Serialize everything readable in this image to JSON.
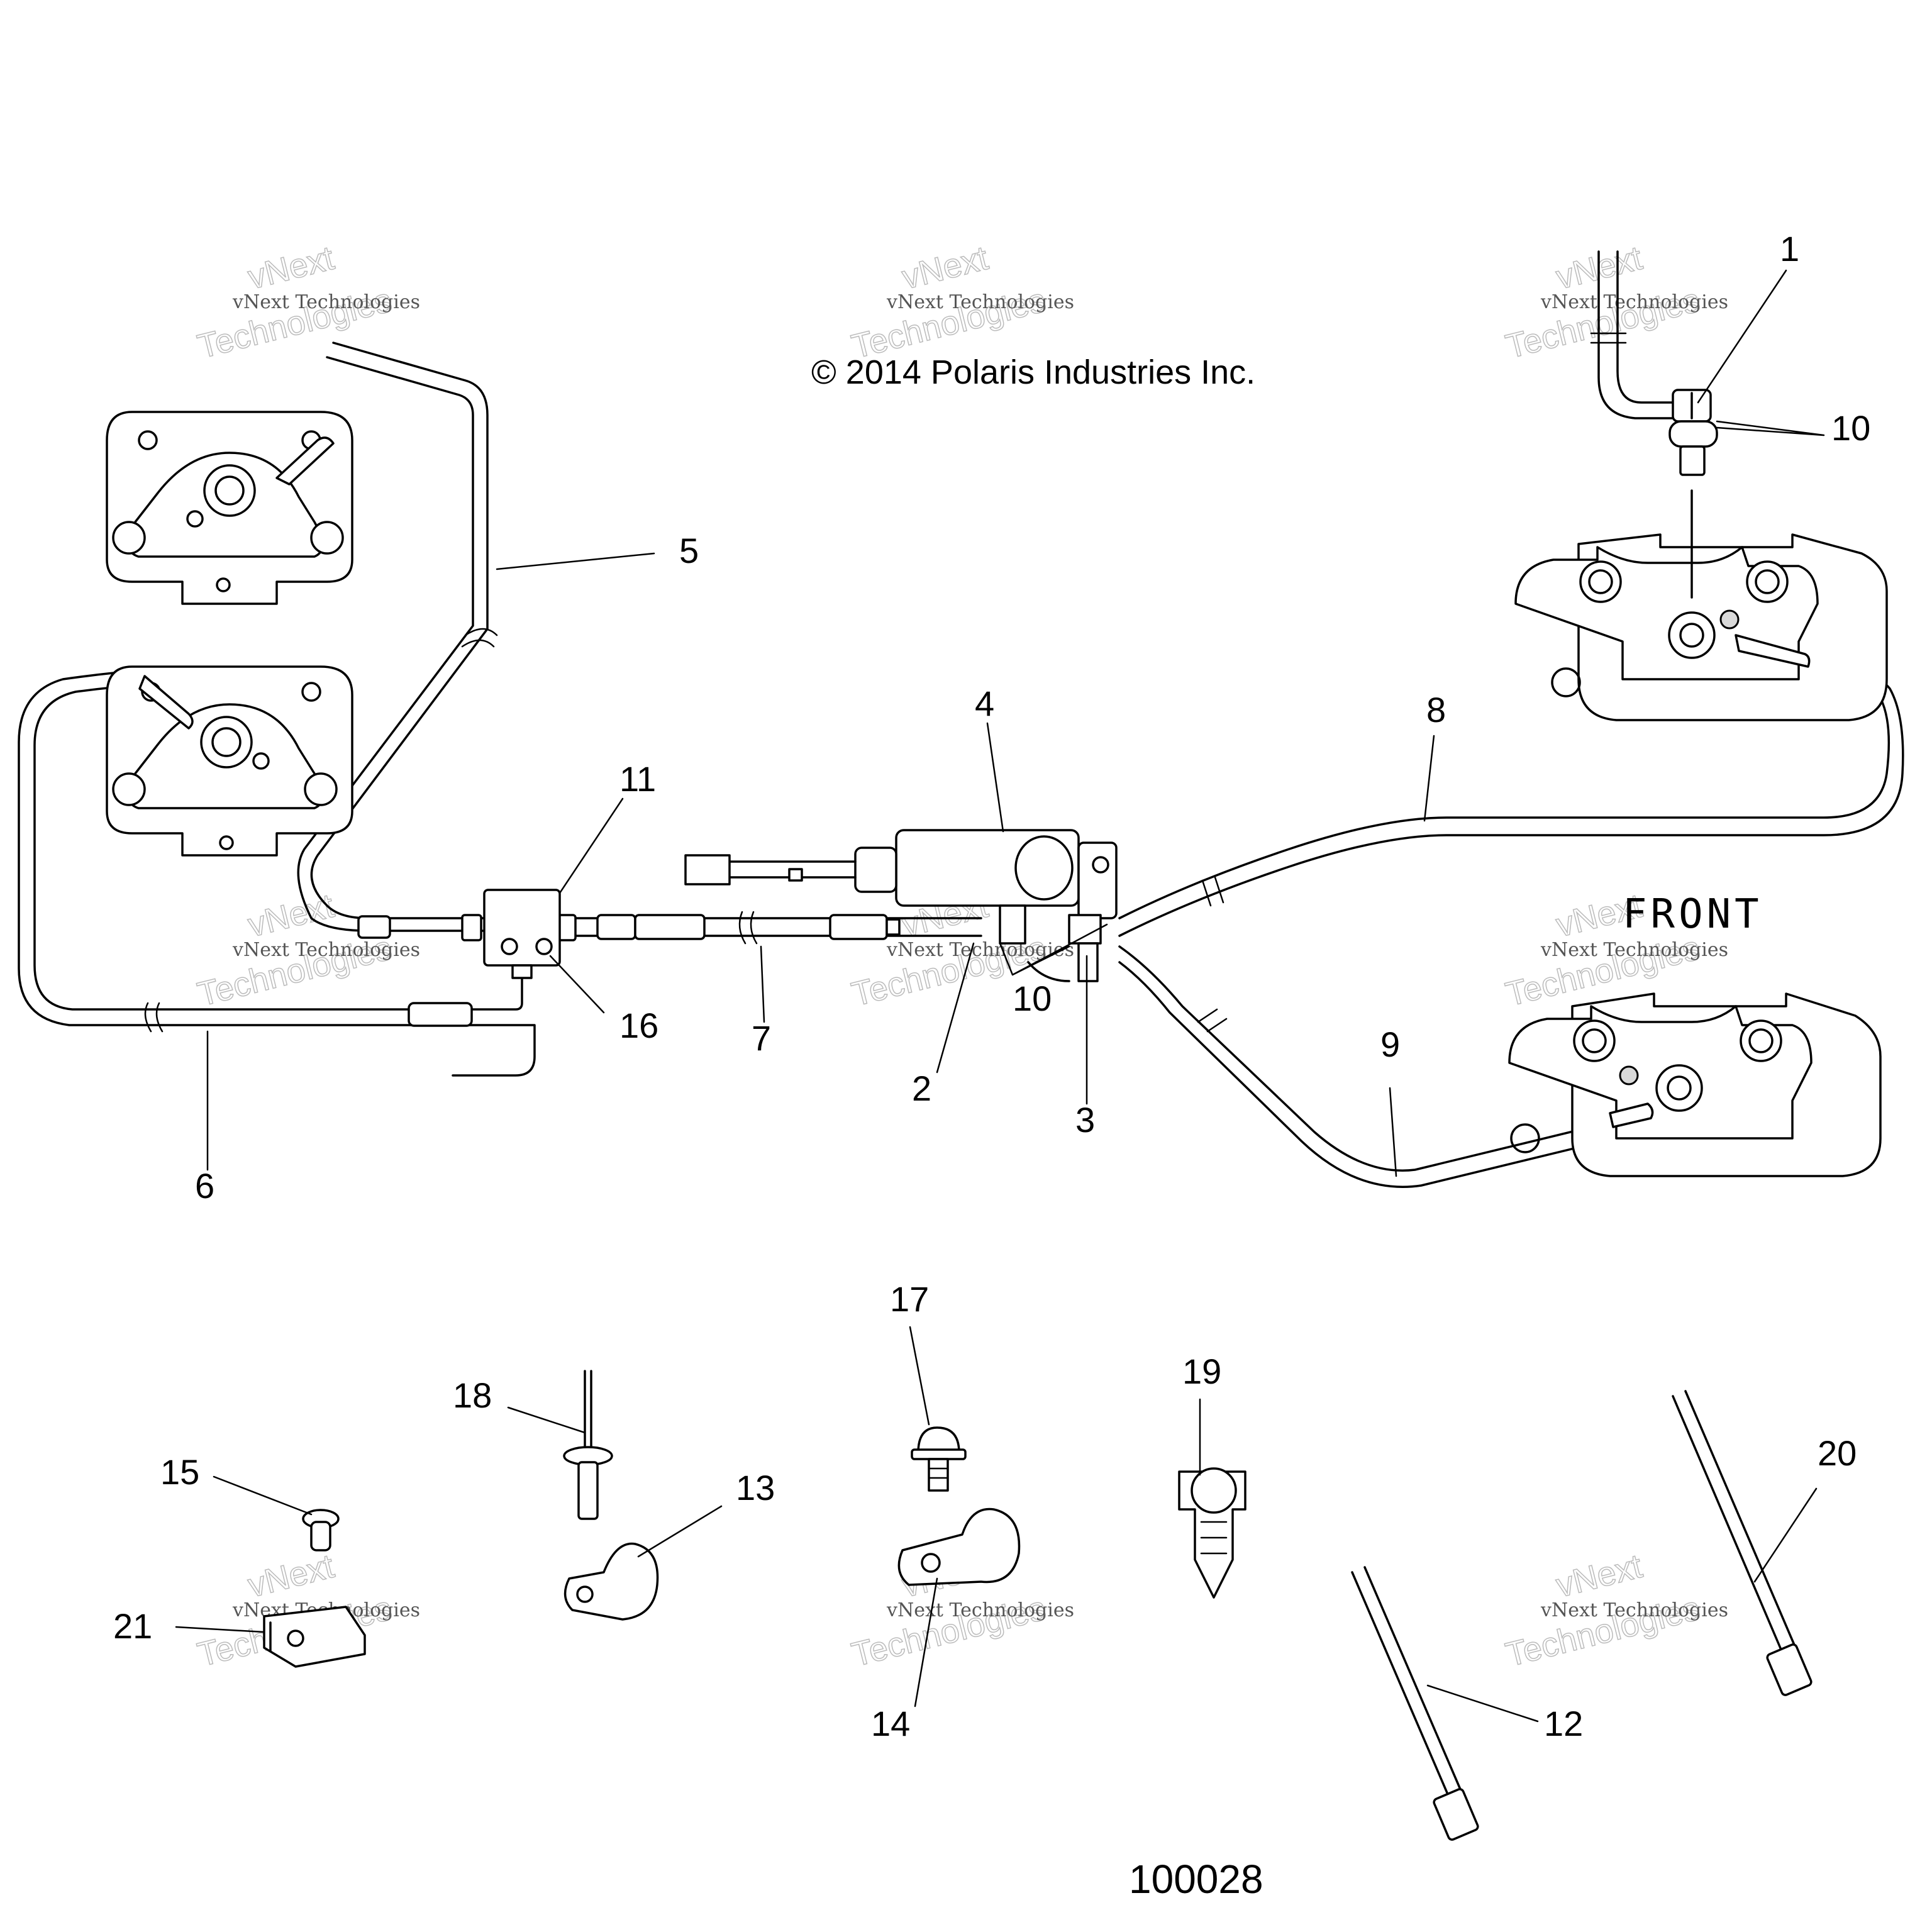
{
  "header": {
    "copyright": "© 2014 Polaris Industries Inc.",
    "front_label": "FRONT"
  },
  "footer": {
    "diagram_number": "100028"
  },
  "watermark": {
    "line1": "vNext Technologies",
    "line2": "Technologies",
    "arc": "vNext"
  },
  "callouts": [
    "1",
    "10",
    "5",
    "4",
    "8",
    "11",
    "16",
    "7",
    "2",
    "3",
    "9",
    "6",
    "17",
    "18",
    "19",
    "20",
    "15",
    "13",
    "21",
    "14",
    "12"
  ],
  "colors": {
    "ink": "#000000",
    "paper": "#ffffff",
    "watermark": "#bbbbbb"
  }
}
